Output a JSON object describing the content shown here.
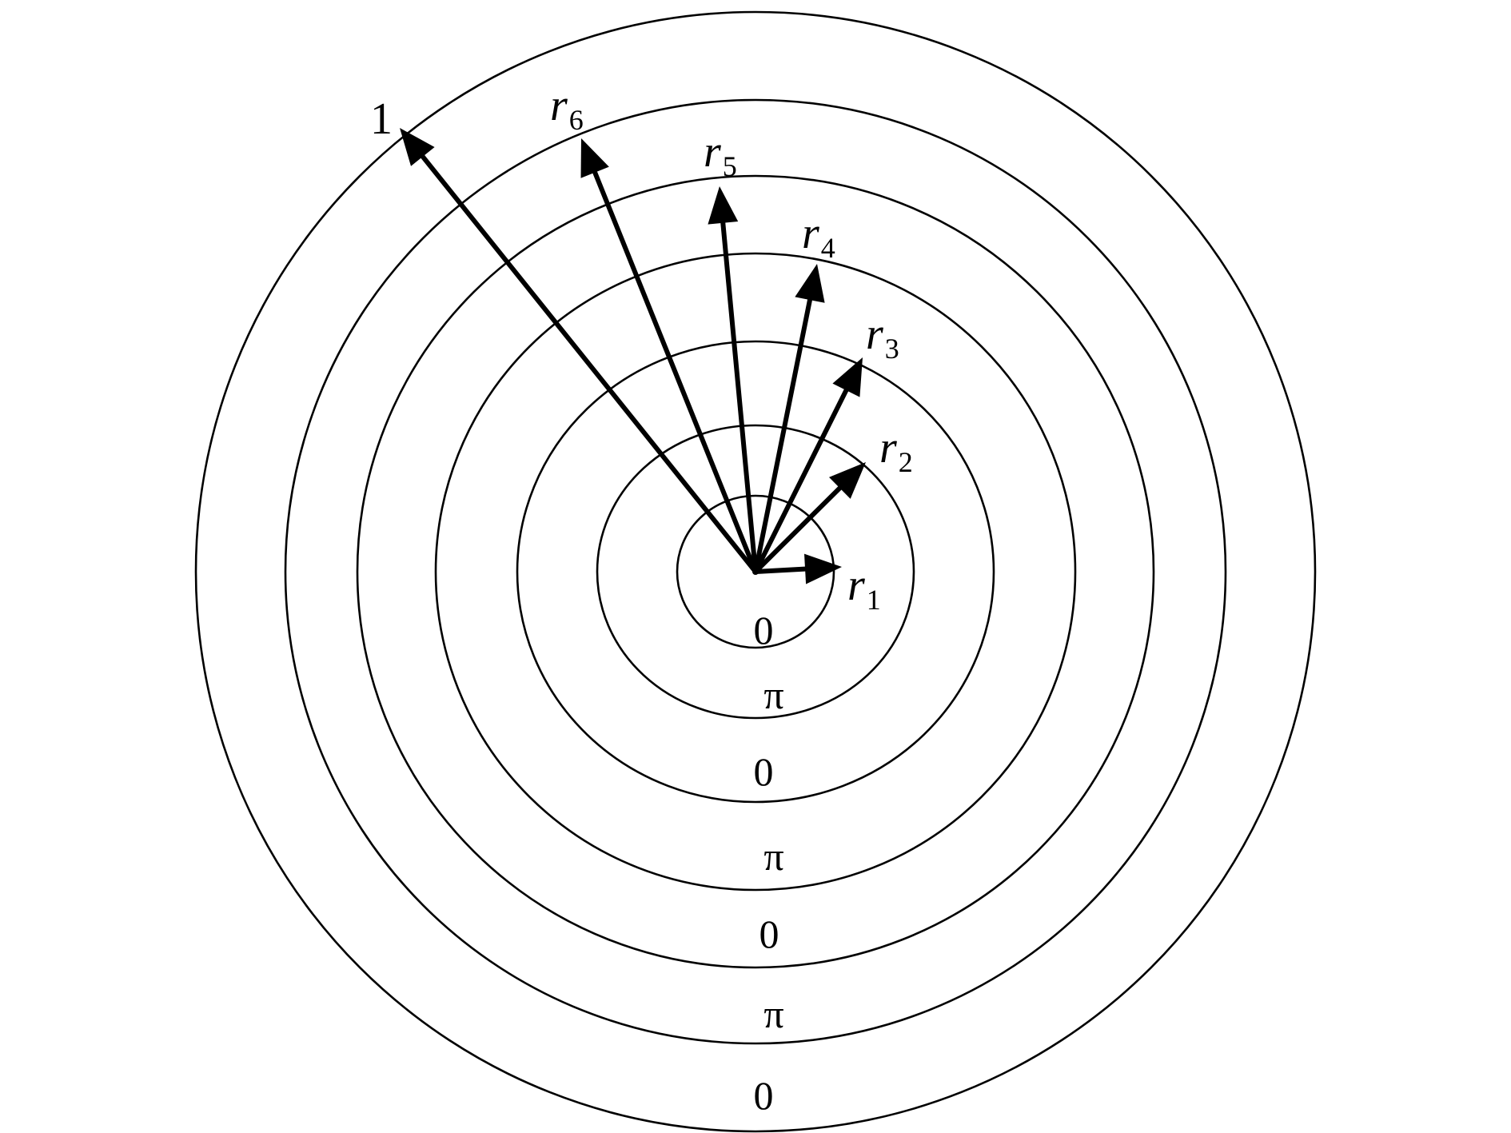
{
  "rings": [
    {
      "radius": "r_1"
    },
    {
      "radius": "r_2"
    },
    {
      "radius": "r_3"
    },
    {
      "radius": "r_4"
    },
    {
      "radius": "r_5"
    },
    {
      "radius": "r_6"
    },
    {
      "radius": "1"
    }
  ],
  "vectors": [
    {
      "var": "r",
      "sub": "1"
    },
    {
      "var": "r",
      "sub": "2"
    },
    {
      "var": "r",
      "sub": "3"
    },
    {
      "var": "r",
      "sub": "4"
    },
    {
      "var": "r",
      "sub": "5"
    },
    {
      "var": "r",
      "sub": "6"
    },
    {
      "var": "1",
      "sub": ""
    }
  ],
  "zone_phases": [
    "0",
    "π",
    "0",
    "π",
    "0",
    "π",
    "0"
  ],
  "colors": {
    "line": "#000000",
    "background": "#ffffff"
  }
}
